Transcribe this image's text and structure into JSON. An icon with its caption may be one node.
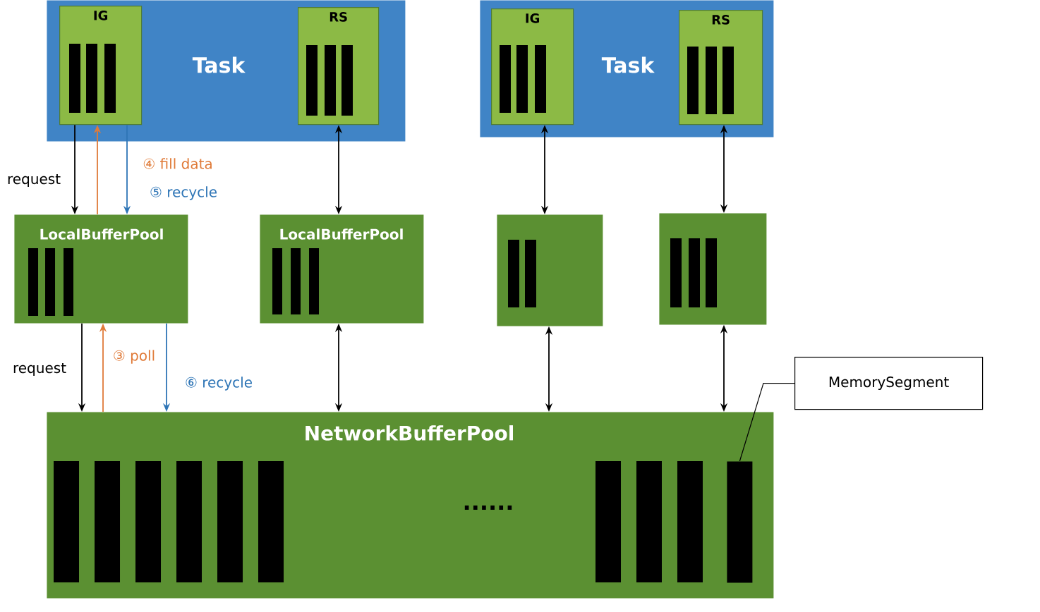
{
  "diagram": {
    "nodes": [
      {
        "text": [
          "Task"
        ]
      },
      {
        "text": [
          "IG"
        ],
        "in": 0
      },
      {
        "text": [
          "RS"
        ],
        "in": 0
      },
      {
        "text": [
          "Task"
        ]
      },
      {
        "text": [
          "IG"
        ],
        "in": 3
      },
      {
        "text": [
          "RS"
        ],
        "in": 3
      },
      {
        "text": [
          "LocalBufferPool"
        ]
      },
      {
        "text": [
          "LocalBufferPool"
        ]
      },
      {
        "text": [],
        "shape": "box"
      },
      {
        "text": [],
        "shape": "box"
      },
      {
        "text": [
          "NetworkBufferPool"
        ]
      },
      {
        "text": [
          "MemorySegment"
        ]
      },
      {
        "text": [],
        "shape": "bar",
        "in": 10
      }
    ],
    "edges": [
      {
        "from": 1,
        "to": 6,
        "arrow": "to",
        "label": "request"
      },
      {
        "from": 6,
        "to": 1,
        "arrow": "to",
        "label": "④ fill data",
        "color": "#e07b39"
      },
      {
        "from": 1,
        "to": 6,
        "arrow": "to",
        "label": "⑤ recycle",
        "color": "#2e75b6"
      },
      {
        "from": 2,
        "to": 7,
        "arrow": "both"
      },
      {
        "from": 4,
        "to": 8,
        "arrow": "both"
      },
      {
        "from": 5,
        "to": 9,
        "arrow": "both"
      },
      {
        "from": 6,
        "to": 10,
        "arrow": "to",
        "label": "request"
      },
      {
        "from": 10,
        "to": 6,
        "arrow": "to",
        "label": "③ poll",
        "color": "#e07b39"
      },
      {
        "from": 6,
        "to": 10,
        "arrow": "to",
        "label": "⑥ recycle",
        "color": "#2e75b6"
      },
      {
        "from": 7,
        "to": 10,
        "arrow": "both"
      },
      {
        "from": 8,
        "to": 10,
        "arrow": "both"
      },
      {
        "from": 9,
        "to": 10,
        "arrow": "both"
      },
      {
        "from": 11,
        "to": 12,
        "arrow": "none"
      }
    ],
    "labels": [
      "......"
    ]
  }
}
